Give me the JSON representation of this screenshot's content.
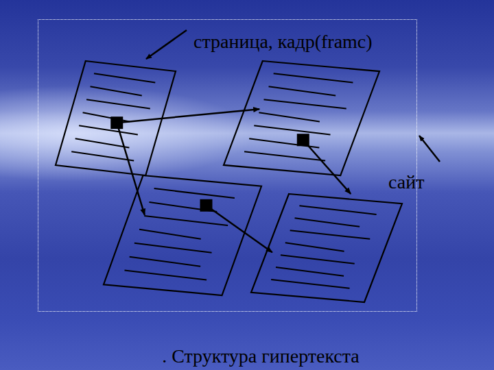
{
  "diagram": {
    "caption": ". Структура гипертекста",
    "nodes": [
      {
        "text": [
          "сайт"
        ]
      },
      {
        "text": [],
        "in": 0
      },
      {
        "text": [],
        "in": 0
      },
      {
        "text": [],
        "in": 0
      },
      {
        "text": [],
        "in": 0
      }
    ],
    "edges": [
      {
        "from": 1,
        "to": 2,
        "arrow": "to"
      },
      {
        "from": 1,
        "to": 3,
        "arrow": "to"
      },
      {
        "from": 2,
        "to": 4,
        "arrow": "to"
      },
      {
        "from": 3,
        "to": 4,
        "arrow": "to"
      }
    ],
    "labels": [
      "страница, кадр(framc)"
    ]
  }
}
